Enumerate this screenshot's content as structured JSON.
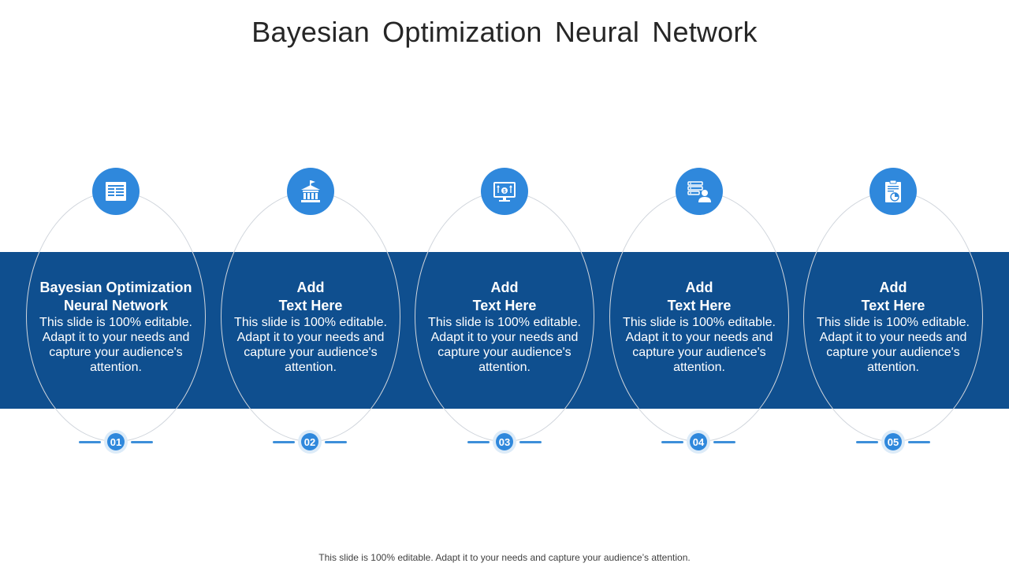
{
  "title": "Bayesian  Optimization  Neural  Network",
  "footer": "This slide is 100% editable. Adapt it to your needs and capture your audience’s attention.",
  "colors": {
    "band": "#0f4f8f",
    "accent": "#2f88dc"
  },
  "cards": [
    {
      "number": "01",
      "icon": "document-list-icon",
      "title": "Bayesian Optimization\nNeural Network",
      "body": "This slide is 100% editable. Adapt it to your needs and capture your audience's attention."
    },
    {
      "number": "02",
      "icon": "bank-building-icon",
      "title": "Add\nText Here",
      "body": "This slide is 100% editable. Adapt it to your needs and capture your audience's attention."
    },
    {
      "number": "03",
      "icon": "monitor-dollar-icon",
      "title": "Add\nText Here",
      "body": "This slide is 100% editable. Adapt it to your needs and capture your audience's attention."
    },
    {
      "number": "04",
      "icon": "server-user-icon",
      "title": "Add\nText Here",
      "body": "This slide is 100% editable. Adapt it to your needs and capture your audience's attention."
    },
    {
      "number": "05",
      "icon": "clipboard-chart-icon",
      "title": "Add\nText Here",
      "body": "This slide is 100% editable. Adapt it to your needs and capture your audience's attention."
    }
  ]
}
